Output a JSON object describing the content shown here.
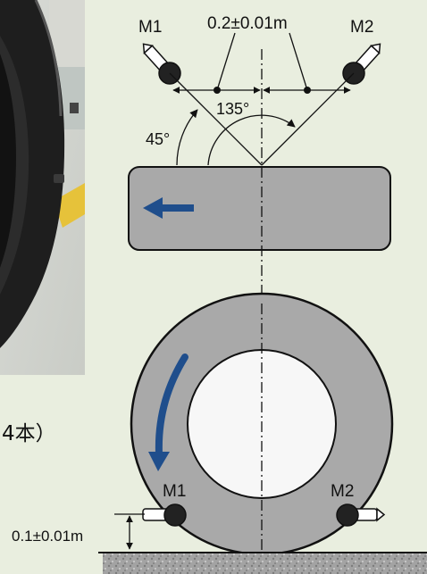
{
  "top_view": {
    "mic_left": "M1",
    "mic_right": "M2",
    "spacing": "0.2±0.01m",
    "angle_small": "45°",
    "angle_large": "135°",
    "direction_icon": "arrow-left-icon"
  },
  "side_view": {
    "mic_left": "M1",
    "mic_right": "M2",
    "height": "0.1±0.01m",
    "rotation_icon": "curved-arrow-icon"
  },
  "photo_caption": "4本）",
  "colors": {
    "background": "#e9eedf",
    "tire_gray": "#a9a9a9",
    "arrow_blue": "#1f4e8c",
    "ground": "#9c9c9c"
  }
}
